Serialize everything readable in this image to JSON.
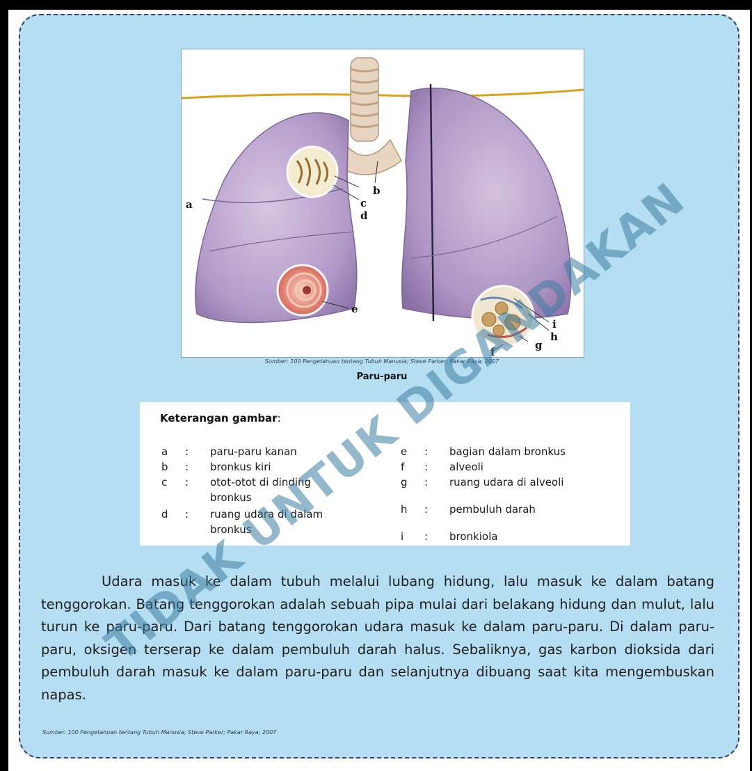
{
  "figure": {
    "labels": {
      "a": "a",
      "b": "b",
      "c": "c",
      "d": "d",
      "e": "e",
      "f": "f",
      "g": "g",
      "h": "h",
      "i": "i"
    },
    "source": "Sumber: 100 Pengetahuan tentang Tubuh Manusia; Steve Parker; Pakar Raya; 2007",
    "title": "Paru-paru"
  },
  "legend": {
    "heading": "Keterangan gambar",
    "heading_colon": ":",
    "items": [
      {
        "key": "a",
        "sep": ":",
        "text": "paru-paru kanan"
      },
      {
        "key": "b",
        "sep": ":",
        "text": "bronkus kiri"
      },
      {
        "key": "c",
        "sep": ":",
        "text": "otot-otot di dinding",
        "text2": "bronkus"
      },
      {
        "key": "d",
        "sep": ":",
        "text": "ruang udara di dalam",
        "text2": "bronkus"
      },
      {
        "key": "e",
        "sep": ":",
        "text": "bagian dalam bronkus"
      },
      {
        "key": "f",
        "sep": ":",
        "text": "alveoli"
      },
      {
        "key": "g",
        "sep": ":",
        "text": "ruang udara di alveoli"
      },
      {
        "key": "h",
        "sep": ":",
        "text": "pembuluh darah"
      },
      {
        "key": "i",
        "sep": ":",
        "text": "bronkiola"
      }
    ]
  },
  "paragraph": "Udara masuk ke dalam tubuh melalui lubang hidung, lalu masuk ke dalam batang tenggorokan. Batang tenggorokan adalah sebuah pipa mulai dari belakang hidung dan mulut, lalu turun ke paru-paru. Dari batang tenggorokan udara masuk ke dalam paru-paru. Di dalam paru-paru, oksigen terserap ke dalam pembuluh darah halus. Sebaliknya, gas karbon dioksida dari pembuluh darah masuk ke dalam paru-paru dan selanjutnya dibuang saat kita mengembuskan napas.",
  "bottom_source": "Sumber: 100 Pengetahuan tentang Tubuh Manusia; Steve Parker; Pakar Raya; 2007",
  "watermark": "TIDAK UNTUK DIGANDAKAN",
  "colors": {
    "panel": "#b6def2",
    "lung": "#b49bc8",
    "watermark": "#3c7da0"
  }
}
